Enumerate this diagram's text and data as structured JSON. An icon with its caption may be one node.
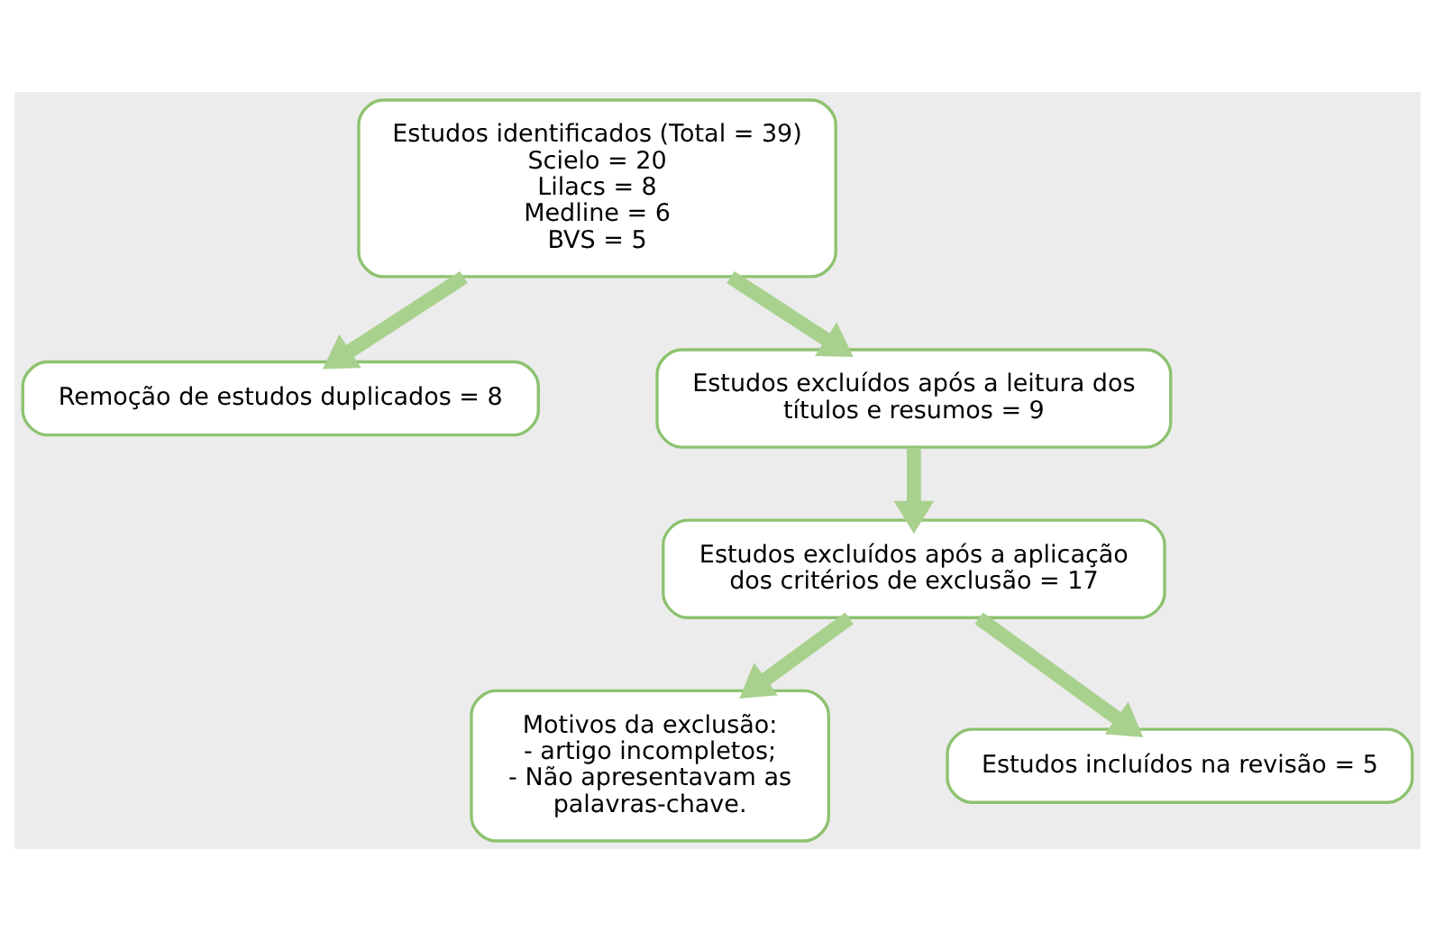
{
  "diagram": {
    "nodes": [
      {
        "text": [
          "Estudos identificados (Total = 39)",
          "Scielo = 20",
          "Lilacs = 8",
          "Medline = 6",
          "BVS = 5"
        ]
      },
      {
        "text": [
          "Remoção de estudos duplicados = 8"
        ]
      },
      {
        "text": [
          "Estudos excluídos após a leitura dos títulos e resumos = 9"
        ]
      },
      {
        "text": [
          "Estudos excluídos após a aplicação dos critérios de exclusão = 17"
        ]
      },
      {
        "text": [
          "Motivos da exclusão:",
          "- artigo incompletos;",
          "- Não apresentavam as palavras-chave."
        ]
      },
      {
        "text": [
          "Estudos incluídos na revisão = 5"
        ]
      }
    ],
    "edges": [
      {
        "from": 0,
        "to": 1,
        "arrow": "to"
      },
      {
        "from": 0,
        "to": 2,
        "arrow": "to"
      },
      {
        "from": 2,
        "to": 3,
        "arrow": "to"
      },
      {
        "from": 3,
        "to": 4,
        "arrow": "to"
      },
      {
        "from": 3,
        "to": 5,
        "arrow": "to"
      }
    ]
  }
}
